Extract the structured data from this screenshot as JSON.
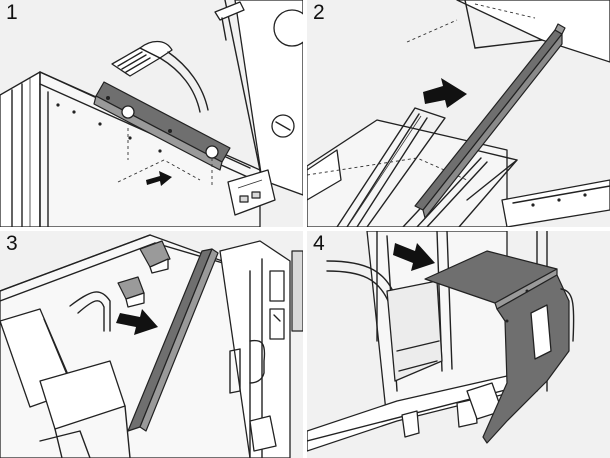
{
  "steps": [
    {
      "label": "1",
      "arrow_icon": "arrow-right-icon"
    },
    {
      "label": "2",
      "arrow_icon": "arrow-right-icon"
    },
    {
      "label": "3",
      "arrow_icon": "arrow-right-icon"
    },
    {
      "label": "4",
      "arrow_icon": "arrow-right-icon"
    }
  ],
  "colors": {
    "panel_bg": "#f1f1f1",
    "part_fill": "#6f6f6f",
    "line": "#222222",
    "divider": "#ffffff"
  }
}
